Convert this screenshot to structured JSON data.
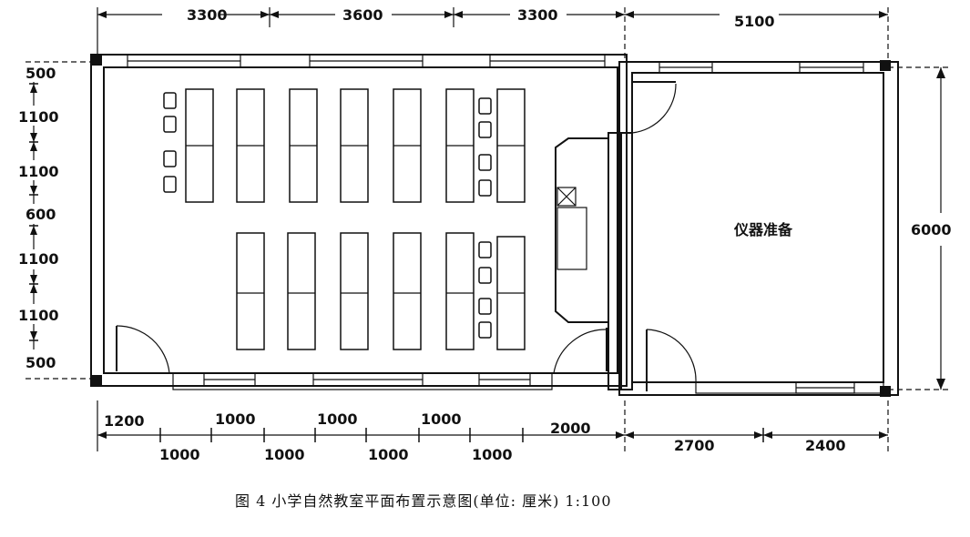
{
  "figure": {
    "caption": "图 4  小学自然教室平面布置示意图(单位: 厘米)  1:100",
    "room_label": "仪器准备"
  },
  "dimensions": {
    "top": [
      "3300",
      "3600",
      "3300",
      "5100"
    ],
    "left": [
      "500",
      "1100",
      "1100",
      "600",
      "1100",
      "1100",
      "500"
    ],
    "right": [
      "6000"
    ],
    "bottom_row1": [
      "1200",
      "1000",
      "1000",
      "1000",
      "2000"
    ],
    "bottom_row2": [
      "1000",
      "1000",
      "1000",
      "1000",
      "2700",
      "2400"
    ]
  }
}
